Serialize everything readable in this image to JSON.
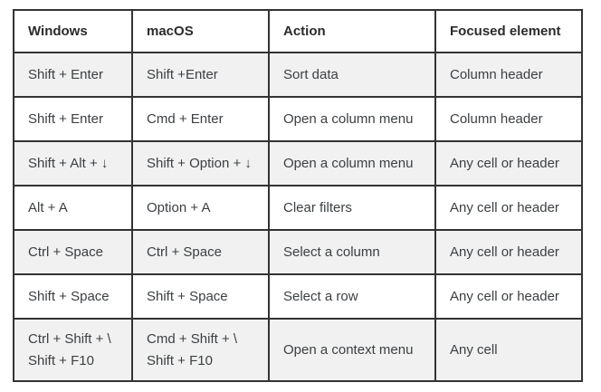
{
  "table": {
    "name": "keyboard-shortcuts-table",
    "columns": [
      {
        "label": "Windows"
      },
      {
        "label": "macOS"
      },
      {
        "label": "Action"
      },
      {
        "label": "Focused element"
      }
    ],
    "rows": [
      {
        "windows": "Shift + Enter",
        "macos": "Shift +Enter",
        "action": "Sort data",
        "focused": "Column header"
      },
      {
        "windows": "Shift + Enter",
        "macos": "Cmd + Enter",
        "action": "Open a column menu",
        "focused": "Column header"
      },
      {
        "windows": "Shift + Alt + ↓",
        "macos": "Shift + Option + ↓",
        "action": "Open a column menu",
        "focused": "Any cell or header"
      },
      {
        "windows": "Alt + A",
        "macos": "Option + A",
        "action": "Clear filters",
        "focused": "Any cell or header"
      },
      {
        "windows": "Ctrl + Space",
        "macos": "Ctrl + Space",
        "action": "Select a column",
        "focused": "Any cell or header"
      },
      {
        "windows": "Shift + Space",
        "macos": "Shift + Space",
        "action": "Select a row",
        "focused": "Any cell or header"
      },
      {
        "windows": "Ctrl + Shift + \\\nShift + F10",
        "macos": "Cmd + Shift + \\\nShift + F10",
        "action": "Open a context menu",
        "focused": "Any cell"
      }
    ],
    "colors": {
      "border": "#333333",
      "row_shade": "#f1f1f1",
      "row_plain": "#ffffff",
      "body_text": "#3c4043",
      "header_text": "#2b2b2b",
      "page_background": "#ffffff"
    }
  }
}
